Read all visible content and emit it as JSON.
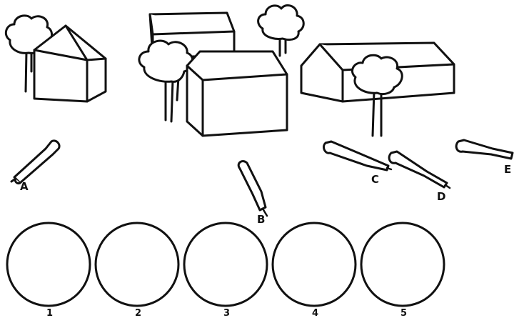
{
  "telescopes": [
    {
      "label": "A"
    },
    {
      "label": "B"
    },
    {
      "label": "C"
    },
    {
      "label": "D"
    },
    {
      "label": "E"
    }
  ],
  "views": [
    {
      "label": "1"
    },
    {
      "label": "2"
    },
    {
      "label": "3"
    },
    {
      "label": "4"
    },
    {
      "label": "5"
    }
  ]
}
